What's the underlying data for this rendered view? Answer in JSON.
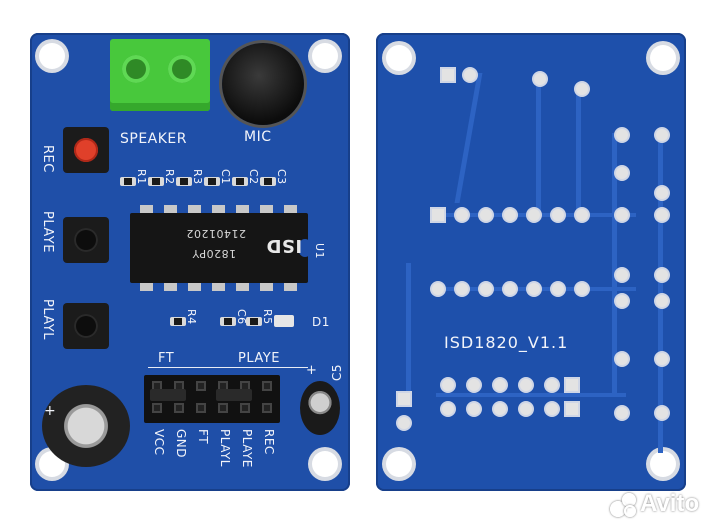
{
  "front_board": {
    "labels": {
      "speaker": "SPEAKER",
      "mic": "MIC",
      "rec": "REC",
      "playe": "PLAYE",
      "playl": "PLAYL",
      "chip_text": "ISD",
      "chip_model": "1820PY",
      "chip_code": "21401202",
      "chip_ref": "U1",
      "r1": "R1",
      "r2": "R2",
      "r3": "R3",
      "c1": "C1",
      "c2": "C2",
      "c3": "C3",
      "r4": "R4",
      "c6": "C6",
      "r5": "R5",
      "d1": "D1",
      "ft": "FT",
      "playe_header": "PLAYE",
      "c5": "C5",
      "plus_c5": "+",
      "plus_left": "+",
      "pin_vcc": "VCC",
      "pin_gnd": "GND",
      "pin_ft": "FT",
      "pin_playl": "PLAYL",
      "pin_playe": "PLAYE",
      "pin_rec": "REC"
    }
  },
  "back_board": {
    "label": "ISD1820_V1.1"
  },
  "watermark": {
    "text": "Avito"
  },
  "colors": {
    "pcb": "#1f4fa8",
    "terminal": "#45c63a",
    "led_button": "#e0402a"
  }
}
